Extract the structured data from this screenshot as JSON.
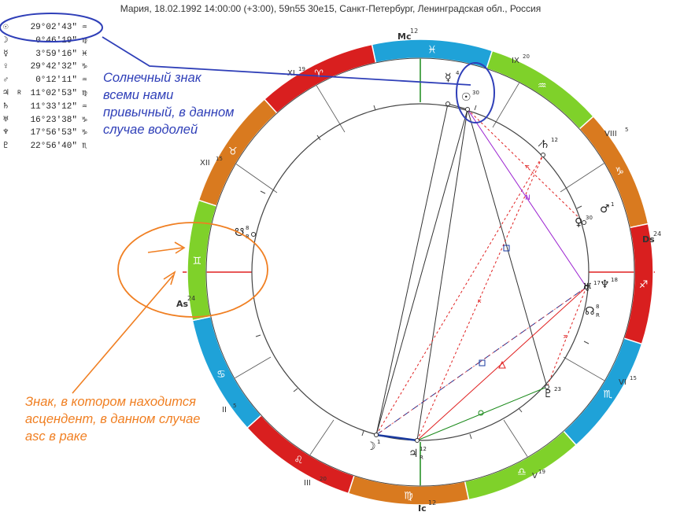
{
  "header": "Мария, 18.02.1992 14:00:00 (+3:00), 59n55 30e15, Санкт-Петербург, Ленинградская обл., Россия",
  "planets": [
    {
      "glyph": "☉",
      "deg": "29°02′43″",
      "sign": "♒",
      "retro": ""
    },
    {
      "glyph": "☽",
      "deg": "0°46′19″",
      "sign": "♍",
      "retro": ""
    },
    {
      "glyph": "☿",
      "deg": "3°59′16″",
      "sign": "♓",
      "retro": ""
    },
    {
      "glyph": "♀",
      "deg": "29°42′32″",
      "sign": "♑",
      "retro": ""
    },
    {
      "glyph": "♂",
      "deg": "0°12′11″",
      "sign": "♒",
      "retro": ""
    },
    {
      "glyph": "♃",
      "deg": "11°02′53″",
      "sign": "♍",
      "retro": "R"
    },
    {
      "glyph": "♄",
      "deg": "11°33′12″",
      "sign": "♒",
      "retro": ""
    },
    {
      "glyph": "♅",
      "deg": "16°23′38″",
      "sign": "♑",
      "retro": ""
    },
    {
      "glyph": "♆",
      "deg": "17°56′53″",
      "sign": "♑",
      "retro": ""
    },
    {
      "glyph": "♇",
      "deg": "22°56′40″",
      "sign": "♏",
      "retro": ""
    }
  ],
  "annotations": {
    "sun_sign": "Солнечный знак всеми нами привычный, в данном случае водолей",
    "ascendant": "Знак, в котором находится асцендент, в данном случае asc в раке"
  },
  "angles": {
    "mc": "Mc",
    "mc_deg": "12",
    "ic": "Ic",
    "ic_deg": "12",
    "as": "As",
    "as_deg": "24",
    "ds": "Ds",
    "ds_deg": "24"
  },
  "houses": [
    {
      "label": "XI",
      "deg": "19"
    },
    {
      "label": "XII",
      "deg": "15"
    },
    {
      "label": "II",
      "deg": "5"
    },
    {
      "label": "III",
      "deg": "20"
    },
    {
      "label": "V",
      "deg": "19"
    },
    {
      "label": "VI",
      "deg": "15"
    },
    {
      "label": "VIII",
      "deg": "5"
    },
    {
      "label": "IX",
      "deg": "20"
    }
  ],
  "zodiac_ring": [
    {
      "glyph": "♓",
      "color": "#1fa2d8"
    },
    {
      "glyph": "♒",
      "color": "#7fd12a"
    },
    {
      "glyph": "♑",
      "color": "#d97a1f"
    },
    {
      "glyph": "♐",
      "color": "#d91f1f"
    },
    {
      "glyph": "♏",
      "color": "#1fa2d8"
    },
    {
      "glyph": "♎",
      "color": "#7fd12a"
    },
    {
      "glyph": "♍",
      "color": "#d97a1f"
    },
    {
      "glyph": "♌",
      "color": "#d91f1f"
    },
    {
      "glyph": "♋",
      "color": "#1fa2d8"
    },
    {
      "glyph": "♊",
      "color": "#7fd12a"
    },
    {
      "glyph": "♉",
      "color": "#d97a1f"
    },
    {
      "glyph": "♈",
      "color": "#d91f1f"
    }
  ],
  "wheel_planets": [
    {
      "glyph": "☉",
      "deg": "30"
    },
    {
      "glyph": "☿",
      "deg": "4"
    },
    {
      "glyph": "♄",
      "deg": "12"
    },
    {
      "glyph": "♂",
      "deg": "1"
    },
    {
      "glyph": "♀",
      "deg": "30"
    },
    {
      "glyph": "♅",
      "deg": "17"
    },
    {
      "glyph": "♆",
      "deg": "18"
    },
    {
      "glyph": "☊",
      "deg": "8",
      "retro": "R"
    },
    {
      "glyph": "♇",
      "deg": "23"
    },
    {
      "glyph": "♃",
      "deg": "12",
      "retro": "R"
    },
    {
      "glyph": "☽",
      "deg": "1"
    },
    {
      "glyph": "☋",
      "deg": "8",
      "retro": "R"
    }
  ],
  "colors": {
    "annot_blue": "#2f3fb8",
    "annot_orange": "#f07f22",
    "axis_red": "#e02020",
    "axis_green": "#1a8a1a"
  }
}
